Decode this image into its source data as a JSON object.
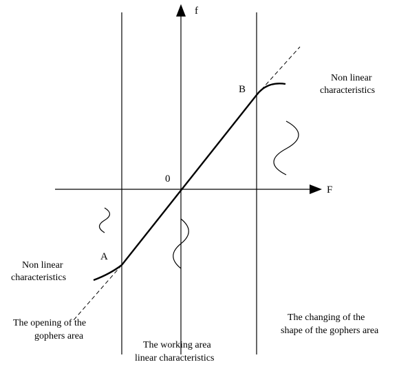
{
  "axes": {
    "y_label": "f",
    "x_label": "F",
    "origin_label": "0"
  },
  "points": {
    "a_label": "A",
    "b_label": "B"
  },
  "annotations": {
    "upper_right_line1": "Non linear",
    "upper_right_line2": "characteristics",
    "lower_left_line1": "Non linear",
    "lower_left_line2": "characteristics",
    "opening_line1": "The opening of the",
    "opening_line2": "gophers area",
    "working_line1": "The working area",
    "working_line2": "linear characteristics",
    "changing_line1": "The changing of the",
    "changing_line2": "shape of the gophers area"
  },
  "colors": {
    "stroke": "#000000",
    "background": "#ffffff"
  }
}
